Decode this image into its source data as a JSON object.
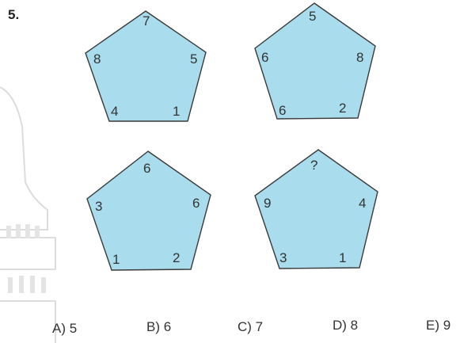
{
  "question_number": "5.",
  "pentagons": [
    {
      "top": "7",
      "right": "5",
      "bottom_right": "1",
      "bottom_left": "4",
      "left": "8"
    },
    {
      "top": "5",
      "right": "8",
      "bottom_right": "2",
      "bottom_left": "6",
      "left": "6"
    },
    {
      "top": "6",
      "right": "6",
      "bottom_right": "2",
      "bottom_left": "1",
      "left": "3"
    },
    {
      "top": "?",
      "right": "4",
      "bottom_right": "1",
      "bottom_left": "3",
      "left": "9"
    }
  ],
  "options": [
    "A) 5",
    "B) 6",
    "C) 7",
    "D) 8",
    "E) 9"
  ],
  "colors": {
    "pentagon_fill": "#a9dcec",
    "pentagon_stroke": "#3a3a3a",
    "text": "#333333"
  }
}
